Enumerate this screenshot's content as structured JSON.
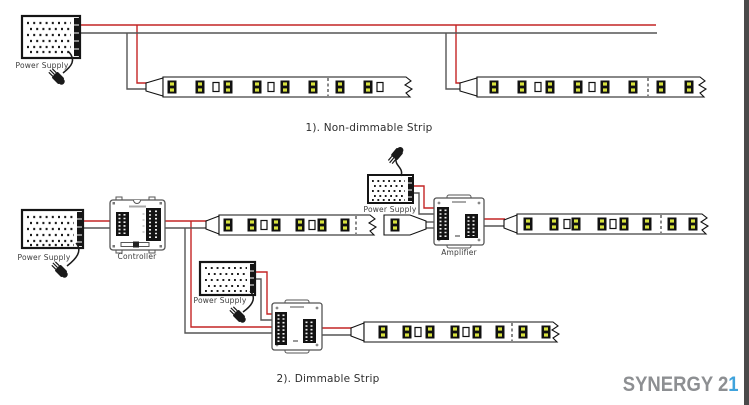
{
  "sections": {
    "non_dimmable": {
      "label": "1). Non-dimmable Strip"
    },
    "dimmable": {
      "label": "2). Dimmable Strip"
    }
  },
  "component_labels": {
    "power_supply": "Power Supply",
    "controller": "Controller",
    "amplifier": "Amplifier"
  },
  "logo": {
    "gray_part": "SYNERGY 2",
    "blue_part": "1",
    "gray_color": "#8d8f92",
    "blue_color": "#3fa3dc"
  },
  "colors": {
    "wire_red": "#c42525",
    "wire_dark": "#555555",
    "led_dot": "#d8e23e",
    "right_edge_bar": "#4a4a4a",
    "outline": "#151515"
  }
}
